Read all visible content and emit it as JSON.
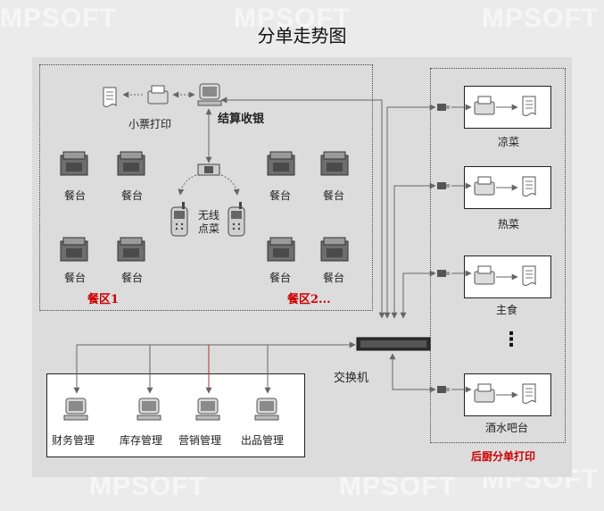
{
  "title": "分单走势图",
  "watermark": "MPSOFT",
  "labels": {
    "receipt_printer": "小票打印",
    "checkout": "结算收银",
    "wireless_order": "无线点菜",
    "switch": "交换机",
    "area1": "餐区1",
    "area2": "餐区2...",
    "kitchen_print": "后厨分单打印",
    "ellipsis": "⋮"
  },
  "tables": [
    "餐台",
    "餐台",
    "餐台",
    "餐台",
    "餐台",
    "餐台",
    "餐台",
    "餐台"
  ],
  "kitchen_stations": [
    "凉菜",
    "热菜",
    "主食",
    "酒水吧台"
  ],
  "management": [
    "财务管理",
    "库存管理",
    "营销管理",
    "出品管理"
  ],
  "colors": {
    "accent_red": "#cc0000",
    "line": "#777777"
  }
}
